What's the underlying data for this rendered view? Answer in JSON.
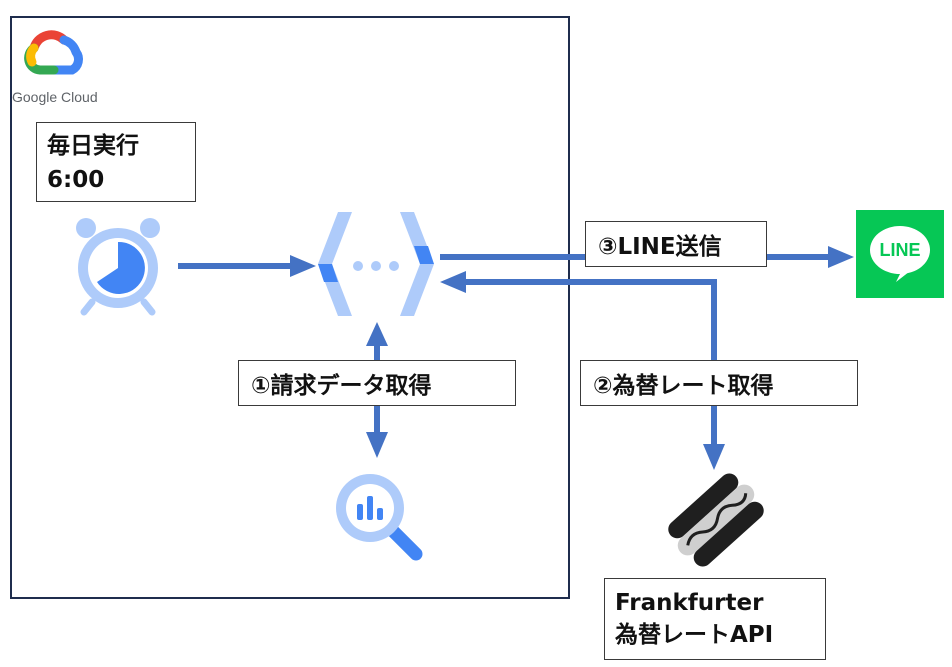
{
  "google_cloud": {
    "brand_label": "Google Cloud"
  },
  "scheduler": {
    "line1": "毎日実行",
    "line2": "6:00"
  },
  "steps": {
    "step1": "①請求データ取得",
    "step2": "②為替レート取得",
    "step3": "③LINE送信"
  },
  "line_logo": {
    "text": "LINE"
  },
  "frankfurter": {
    "line1": "Frankfurter",
    "line2": "為替レートAPI"
  },
  "colors": {
    "arrow": "#4472c4",
    "gcp_frame": "#1f2d4d",
    "line_green": "#06c755",
    "google_blue": "#4285f4",
    "google_red": "#ea4335",
    "google_yellow": "#fbbc04",
    "google_green": "#34a853"
  }
}
